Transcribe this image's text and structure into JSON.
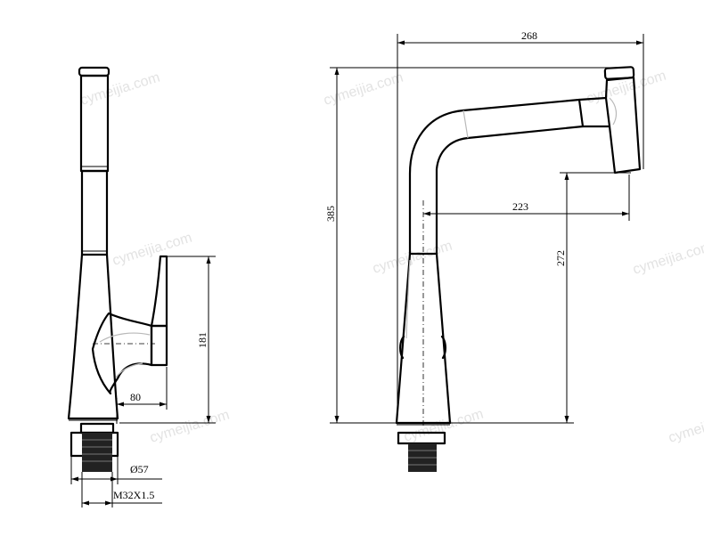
{
  "watermark": "cymeijia.com",
  "side_view": {
    "dim_handle_reach": "80",
    "dim_handle_height": "181",
    "dim_thread_diameter": "Ø57",
    "dim_thread": "M32X1.5"
  },
  "front_view": {
    "dim_total_width": "268",
    "dim_total_height": "385",
    "dim_spout_reach": "223",
    "dim_spout_height": "272"
  },
  "colors": {
    "line": "#000000",
    "watermark": "#e3e3e3",
    "shade": "#b9b9b9"
  }
}
